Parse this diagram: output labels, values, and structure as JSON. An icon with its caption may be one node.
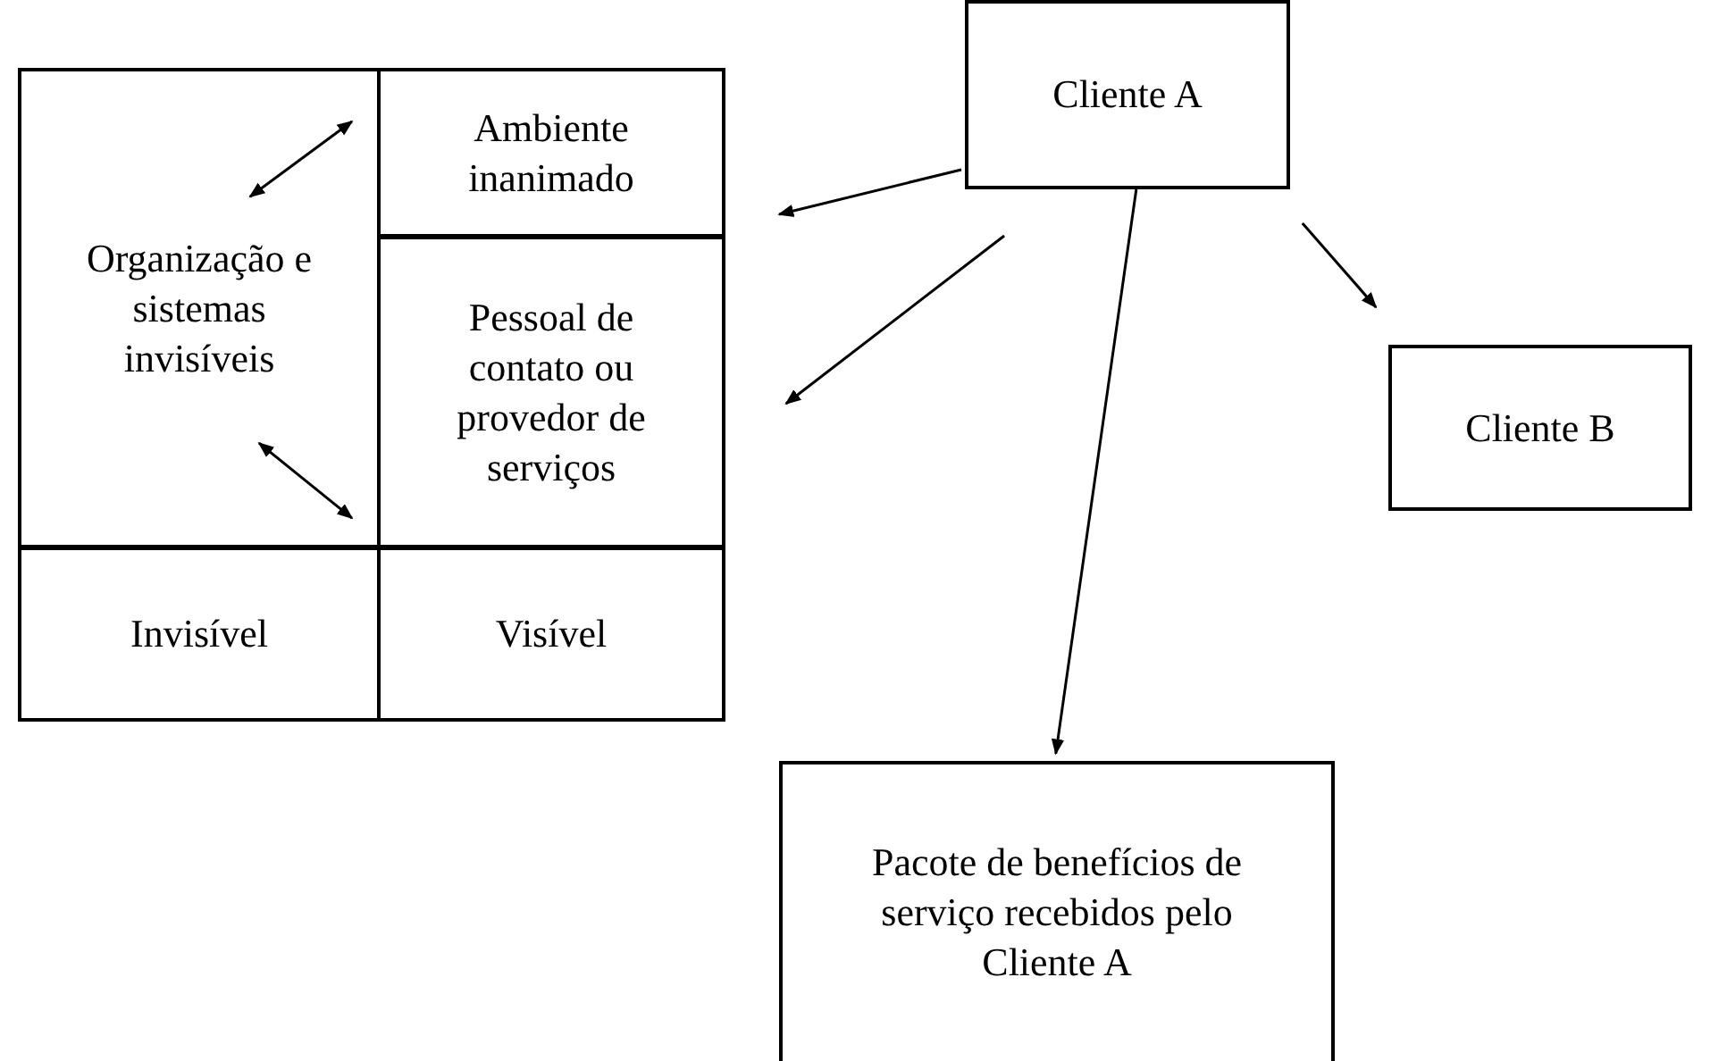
{
  "diagram": {
    "nodes": [
      {
        "text": [
          "Organização e sistemas invisíveis"
        ]
      },
      {
        "text": [
          "Ambiente inanimado"
        ]
      },
      {
        "text": [
          "Pessoal de contato ou provedor de serviços"
        ]
      },
      {
        "text": [
          "Invisível"
        ]
      },
      {
        "text": [
          "Visível"
        ]
      },
      {
        "text": [
          "Cliente A"
        ]
      },
      {
        "text": [
          "Cliente B"
        ]
      },
      {
        "text": [
          "Pacote de benefícios de serviço recebidos pelo Cliente A"
        ]
      }
    ],
    "edges": [
      {
        "from": 0,
        "to": 1,
        "arrow": "both"
      },
      {
        "from": 0,
        "to": 2,
        "arrow": "both"
      },
      {
        "from": 5,
        "to": 1,
        "arrow": "to"
      },
      {
        "from": 5,
        "to": 2,
        "arrow": "to"
      },
      {
        "from": 5,
        "to": 6,
        "arrow": "to"
      },
      {
        "from": 5,
        "to": 7,
        "arrow": "to"
      }
    ]
  }
}
